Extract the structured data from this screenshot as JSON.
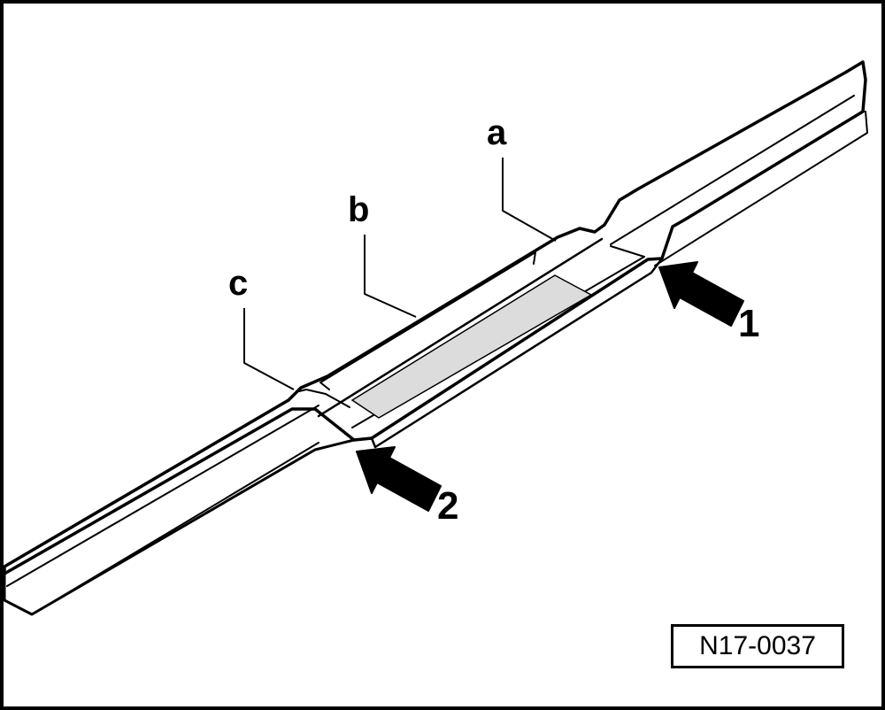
{
  "callouts": {
    "a": "a",
    "b": "b",
    "c": "c"
  },
  "markers": {
    "arrow_1": "1",
    "arrow_2": "2"
  },
  "figure_id": "N17-0037",
  "colors": {
    "line": "#000000",
    "highlight": "#dcdcdc",
    "background": "#ffffff"
  }
}
